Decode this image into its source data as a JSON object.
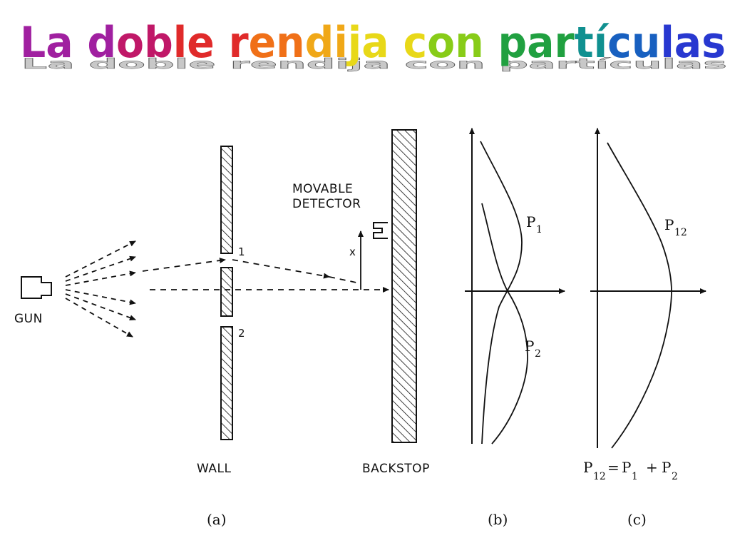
{
  "title": "La doble rendija con partículas",
  "title_colors": [
    "#a020a0",
    "#c01868",
    "#e02a2a",
    "#f07018",
    "#f0a818",
    "#e8d818",
    "#88cc18",
    "#20a040",
    "#109090",
    "#1860c0",
    "#2838d0",
    "#5820c8",
    "#9018b8"
  ],
  "labels": {
    "gun": "GUN",
    "slit_1": "1",
    "slit_2": "2",
    "detector_line1": "MOVABLE",
    "detector_line2": "DETECTOR",
    "x_axis": "x",
    "wall": "WALL",
    "backstop": "BACKSTOP",
    "p1": "P",
    "p1_sub": "1",
    "p2": "P",
    "p2_sub": "2",
    "p12": "P",
    "p12_sub": "12",
    "formula_p12": "P",
    "formula_p12_sub": "12",
    "formula_eq": "=",
    "formula_p1": "P",
    "formula_p1_sub": "1",
    "formula_plus": "+",
    "formula_p2": "P",
    "formula_p2_sub": "2",
    "panel_a": "(a)",
    "panel_b": "(b)",
    "panel_c": "(c)"
  }
}
